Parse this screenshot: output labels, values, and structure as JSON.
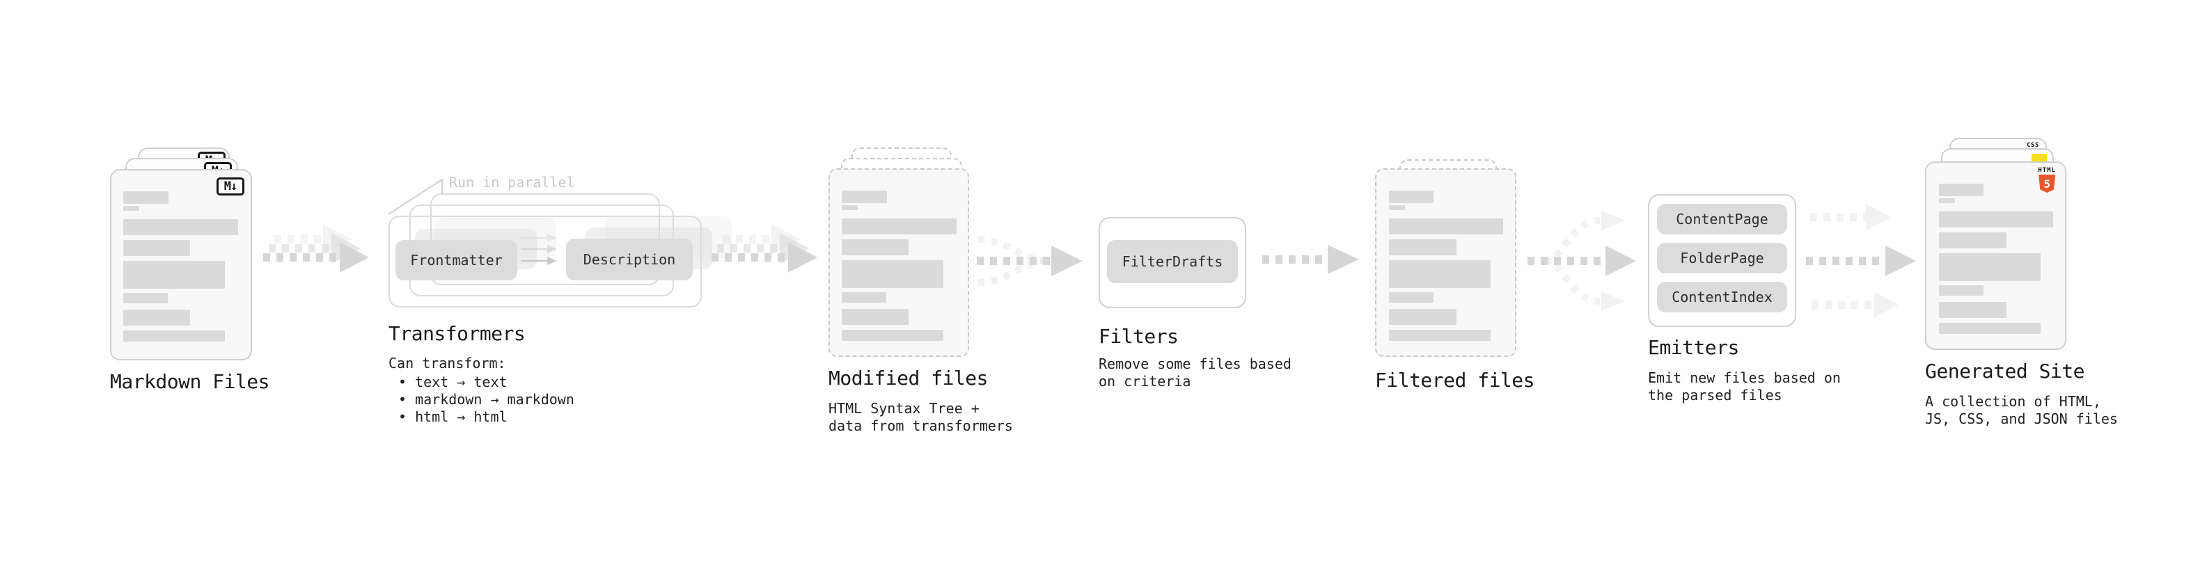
{
  "colors": {
    "background": "#ffffff",
    "card_fill": "#f8f8f8",
    "card_border": "#cfcfcf",
    "dashed_border": "#c9c9c9",
    "placeholder_bar": "#dadada",
    "arrow": "#d6d6d6",
    "gray_box_fill": "#dcdcdc",
    "text": "#1b1b1b",
    "muted_text": "#c7c7c7",
    "css_blue": "#2965f1",
    "js_yellow": "#f7df1e",
    "html5_orange": "#e8582c"
  },
  "stages": {
    "markdown_files": {
      "title": "Markdown Files",
      "badge": "M↓"
    },
    "transformers": {
      "title": "Transformers",
      "annotation": "Run in parallel",
      "box_frontmatter": "Frontmatter",
      "box_description": "Description",
      "subtitle": "Can transform:",
      "bullet_1": "• text → text",
      "bullet_2": "• markdown → markdown",
      "bullet_3": "• html → html"
    },
    "modified_files": {
      "title": "Modified files",
      "caption_1": "HTML Syntax Tree +",
      "caption_2": "data from transformers"
    },
    "filters": {
      "title": "Filters",
      "box_filter_drafts": "FilterDrafts",
      "caption_1": "Remove some files based",
      "caption_2": "on criteria"
    },
    "filtered_files": {
      "title": "Filtered files"
    },
    "emitters": {
      "title": "Emitters",
      "box_content_page": "ContentPage",
      "box_folder_page": "FolderPage",
      "box_content_index": "ContentIndex",
      "caption_1": "Emit new files based on",
      "caption_2": "the parsed files"
    },
    "generated_site": {
      "title": "Generated Site",
      "caption_1": "A collection of HTML,",
      "caption_2": "JS, CSS, and JSON files",
      "badge_css": "CSS",
      "badge_html_label": "HTML",
      "badge_html_number": "5"
    }
  }
}
